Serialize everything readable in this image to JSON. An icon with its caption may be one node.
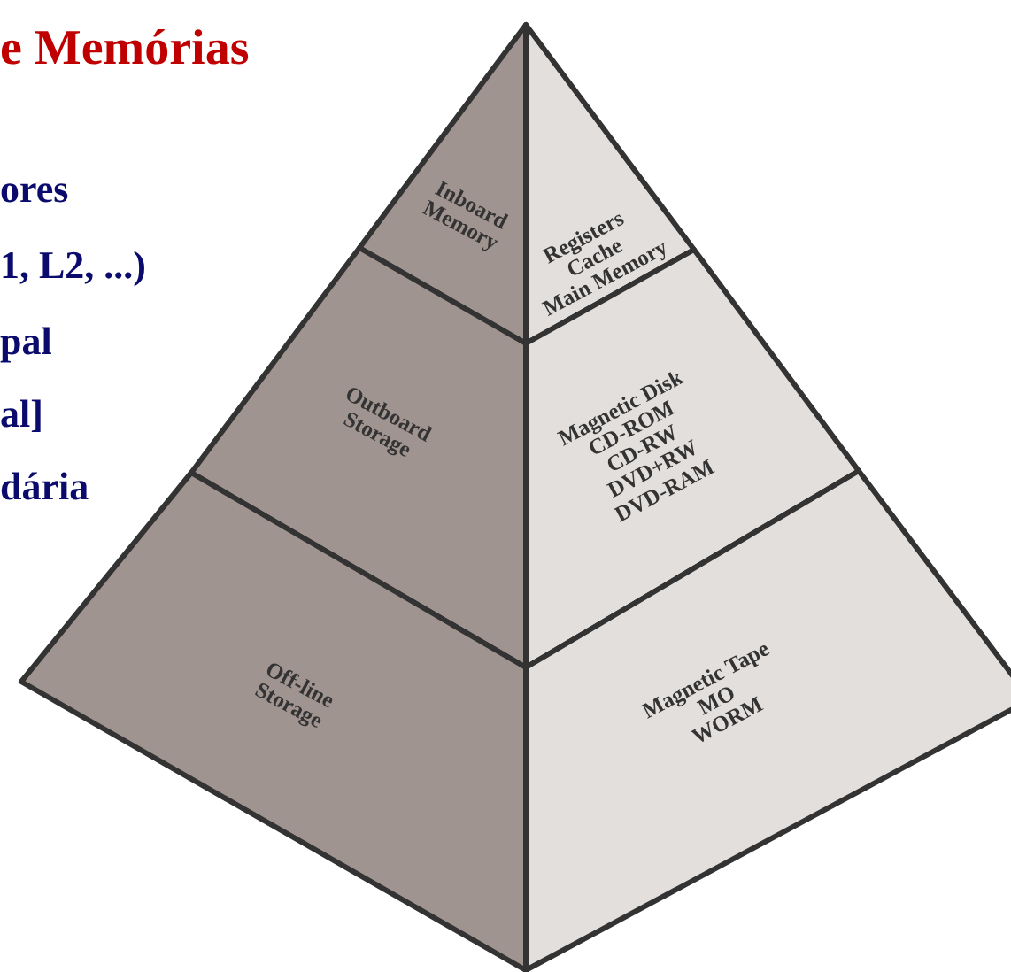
{
  "diagram": {
    "nodes": [
      {
        "text": [
          "Inboard Memory"
        ]
      },
      {
        "text": [
          "Registers",
          "Cache",
          "Main Memory"
        ]
      },
      {
        "text": [
          "Outboard Storage"
        ]
      },
      {
        "text": [
          "Magnetic Disk",
          "CD-ROM",
          "CD-RW",
          "DVD+RW",
          "DVD-RAM"
        ]
      },
      {
        "text": [
          "Off-line Storage"
        ]
      },
      {
        "text": [
          "Magnetic Tape",
          "MO",
          "WORM"
        ]
      }
    ],
    "labels": [
      "e Memórias",
      "ores",
      "1, L2, ...)",
      "pal",
      "al]",
      "dária"
    ]
  }
}
